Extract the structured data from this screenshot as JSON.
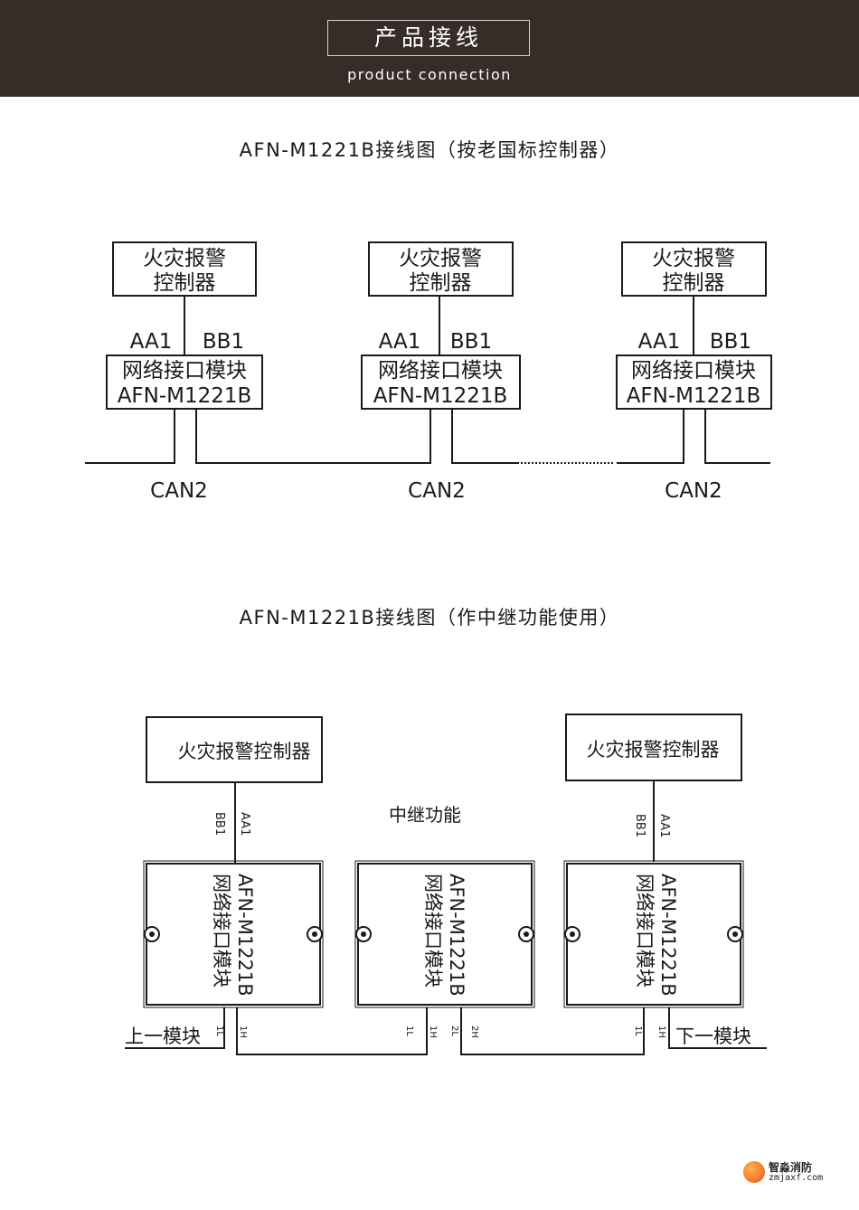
{
  "header": {
    "title": "产品接线",
    "subtitle": "product connection"
  },
  "diagram1": {
    "title": "AFN-M1221B接线图（按老国标控制器）",
    "controller_line1": "火灾报警",
    "controller_line2": "控制器",
    "port_a": "AA1",
    "port_b": "BB1",
    "module_line1": "网络接口模块",
    "module_line2": "AFN-M1221B",
    "bus_label": "CAN2"
  },
  "diagram2": {
    "title": "AFN-M1221B接线图（作中继功能使用）",
    "controller": "火灾报警控制器",
    "relay_label": "中继功能",
    "port_a": "AA1",
    "port_b": "BB1",
    "module_model": "AFN-M1221B",
    "module_name": "网络接口模块",
    "terminal_1l": "1L",
    "terminal_1h": "1H",
    "terminal_2l": "2L",
    "terminal_2h": "2H",
    "prev_module": "上一模块",
    "next_module": "下一模块"
  },
  "watermark": {
    "name": "智淼消防",
    "url": "zmjaxf.com"
  }
}
